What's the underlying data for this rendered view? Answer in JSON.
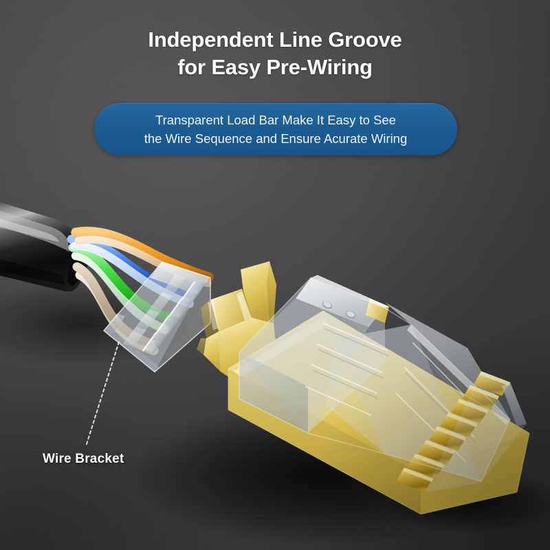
{
  "page": {
    "background_top_left": "#4e4e50",
    "background_center": "#474749",
    "background_bottom_right": "#2e2e30"
  },
  "headline": {
    "line1": "Independent Line Groove",
    "line2": "for Easy Pre-Wiring",
    "color": "#ffffff"
  },
  "callout": {
    "line1": "Transparent Load Bar Make It Easy to See",
    "line2": "the Wire Sequence and Ensure Acurate Wiring",
    "background_color": "#1c5d93",
    "text_color": "#f2f6fa"
  },
  "annotation": {
    "label": "Wire Bracket",
    "leader_line_style": "dashed",
    "leader_color": "#e8e8e8"
  },
  "product": {
    "name": "shielded-rj45-pass-through-connector",
    "cable_jacket_color": "#121214",
    "load_bar_color": "#d8dde0",
    "shield_gold_color": "#dcc154",
    "pin_gold_color": "#cfa72f",
    "housing_clear_color": "#d6dade",
    "pin_count": 8,
    "wire_colors": [
      {
        "name": "orange",
        "hex": "#f0a030"
      },
      {
        "name": "orange-white",
        "hex": "#e8c9a0"
      },
      {
        "name": "blue",
        "hex": "#3a7ae8"
      },
      {
        "name": "blue-white",
        "hex": "#bcd2f0"
      },
      {
        "name": "green",
        "hex": "#3fd03f"
      },
      {
        "name": "green-white",
        "hex": "#bfe3bf"
      },
      {
        "name": "brown",
        "hex": "#c9b49a"
      },
      {
        "name": "brown-white",
        "hex": "#ddd0bd"
      }
    ]
  }
}
